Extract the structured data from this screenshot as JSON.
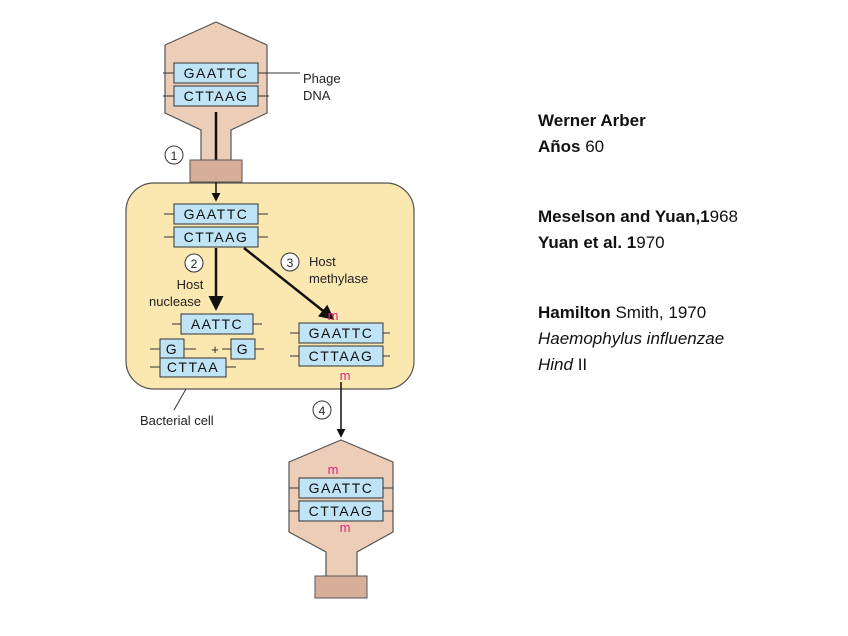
{
  "diagram": {
    "phage_dna_label": "Phage",
    "phage_dna_label2": "DNA",
    "seq_top": "GAATTC",
    "seq_bottom": "CTTAAG",
    "step1": "1",
    "step2": "2",
    "step3": "3",
    "step4": "4",
    "host_nuclease_1": "Host",
    "host_nuclease_2": "nuclease",
    "host_methylase_1": "Host",
    "host_methylase_2": "methylase",
    "cut_middle": "AATTC",
    "cut_g_left": "G",
    "cut_plus": "+",
    "cut_g_right": "G",
    "cut_bottom": "CTTAA",
    "methyl_mark": "m",
    "bacterial_cell": "Bacterial cell"
  },
  "notes": {
    "arber_name": "Werner Arber",
    "arber_years_bold": "Años",
    "arber_years_num": " 60",
    "meselson_bold": "Meselson and Yuan,1",
    "meselson_num": "968",
    "yuan_bold": "Yuan et al. 1",
    "yuan_num": "970",
    "smith_bold": "Hamilton",
    "smith_rest": " Smith, 1970",
    "organism": "Haemophylus influenzae",
    "enzyme_italic": "Hind",
    "enzyme_rest": " II"
  },
  "colors": {
    "phage_fill": "#eccdb8",
    "phage_stroke": "#555555",
    "tail_fill": "#d7ae98",
    "cell_fill": "#fbe7b0",
    "seq_box_fill": "#bfe4f5",
    "methyl": "#e0207a"
  }
}
